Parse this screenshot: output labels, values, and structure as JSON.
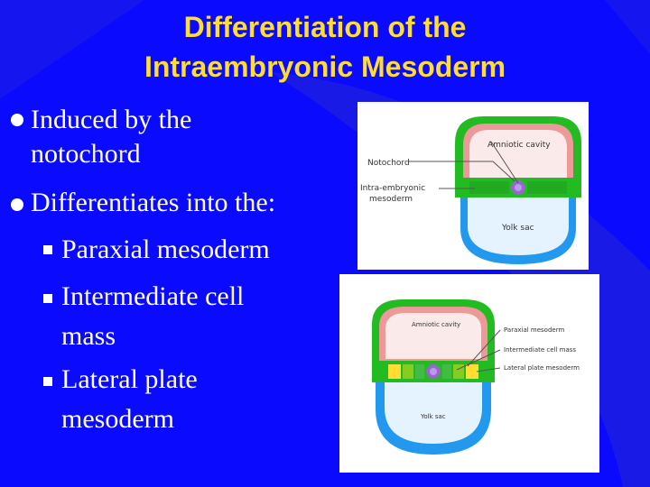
{
  "title": {
    "line1": "Differentiation of the",
    "line2": "Intraembryonic Mesoderm"
  },
  "bullets": [
    {
      "lines": [
        "Induced by the",
        "notochord"
      ]
    },
    {
      "lines": [
        "Differentiates into the:"
      ]
    }
  ],
  "subbullets": [
    {
      "lines": [
        "Paraxial mesoderm"
      ]
    },
    {
      "lines": [
        "Intermediate cell",
        "mass"
      ]
    },
    {
      "lines": [
        "Lateral plate",
        "mesoderm"
      ]
    }
  ],
  "diagram1": {
    "amniotic": "Amniotic cavity",
    "notochord": "Notochord",
    "intra1": "Intra-embryonic",
    "intra2": "mesoderm",
    "yolk": "Yolk sac"
  },
  "diagram2": {
    "amniotic": "Amniotic cavity",
    "paraxial": "Paraxial mesoderm",
    "intermediate": "Intermediate cell mass",
    "lateral": "Lateral plate mesoderm",
    "yolk": "Yolk sac"
  },
  "colors": {
    "background": "#0a0aff",
    "title": "#ffdd33",
    "text": "#ffffff",
    "ectoderm_green": "#22bb22",
    "amnion_pink": "#ee9999",
    "amnion_fill": "#fbeaea",
    "endoderm_blue": "#2299ee",
    "yolk_fill": "#e4f3ff",
    "notochord_purple": "#9966cc"
  }
}
